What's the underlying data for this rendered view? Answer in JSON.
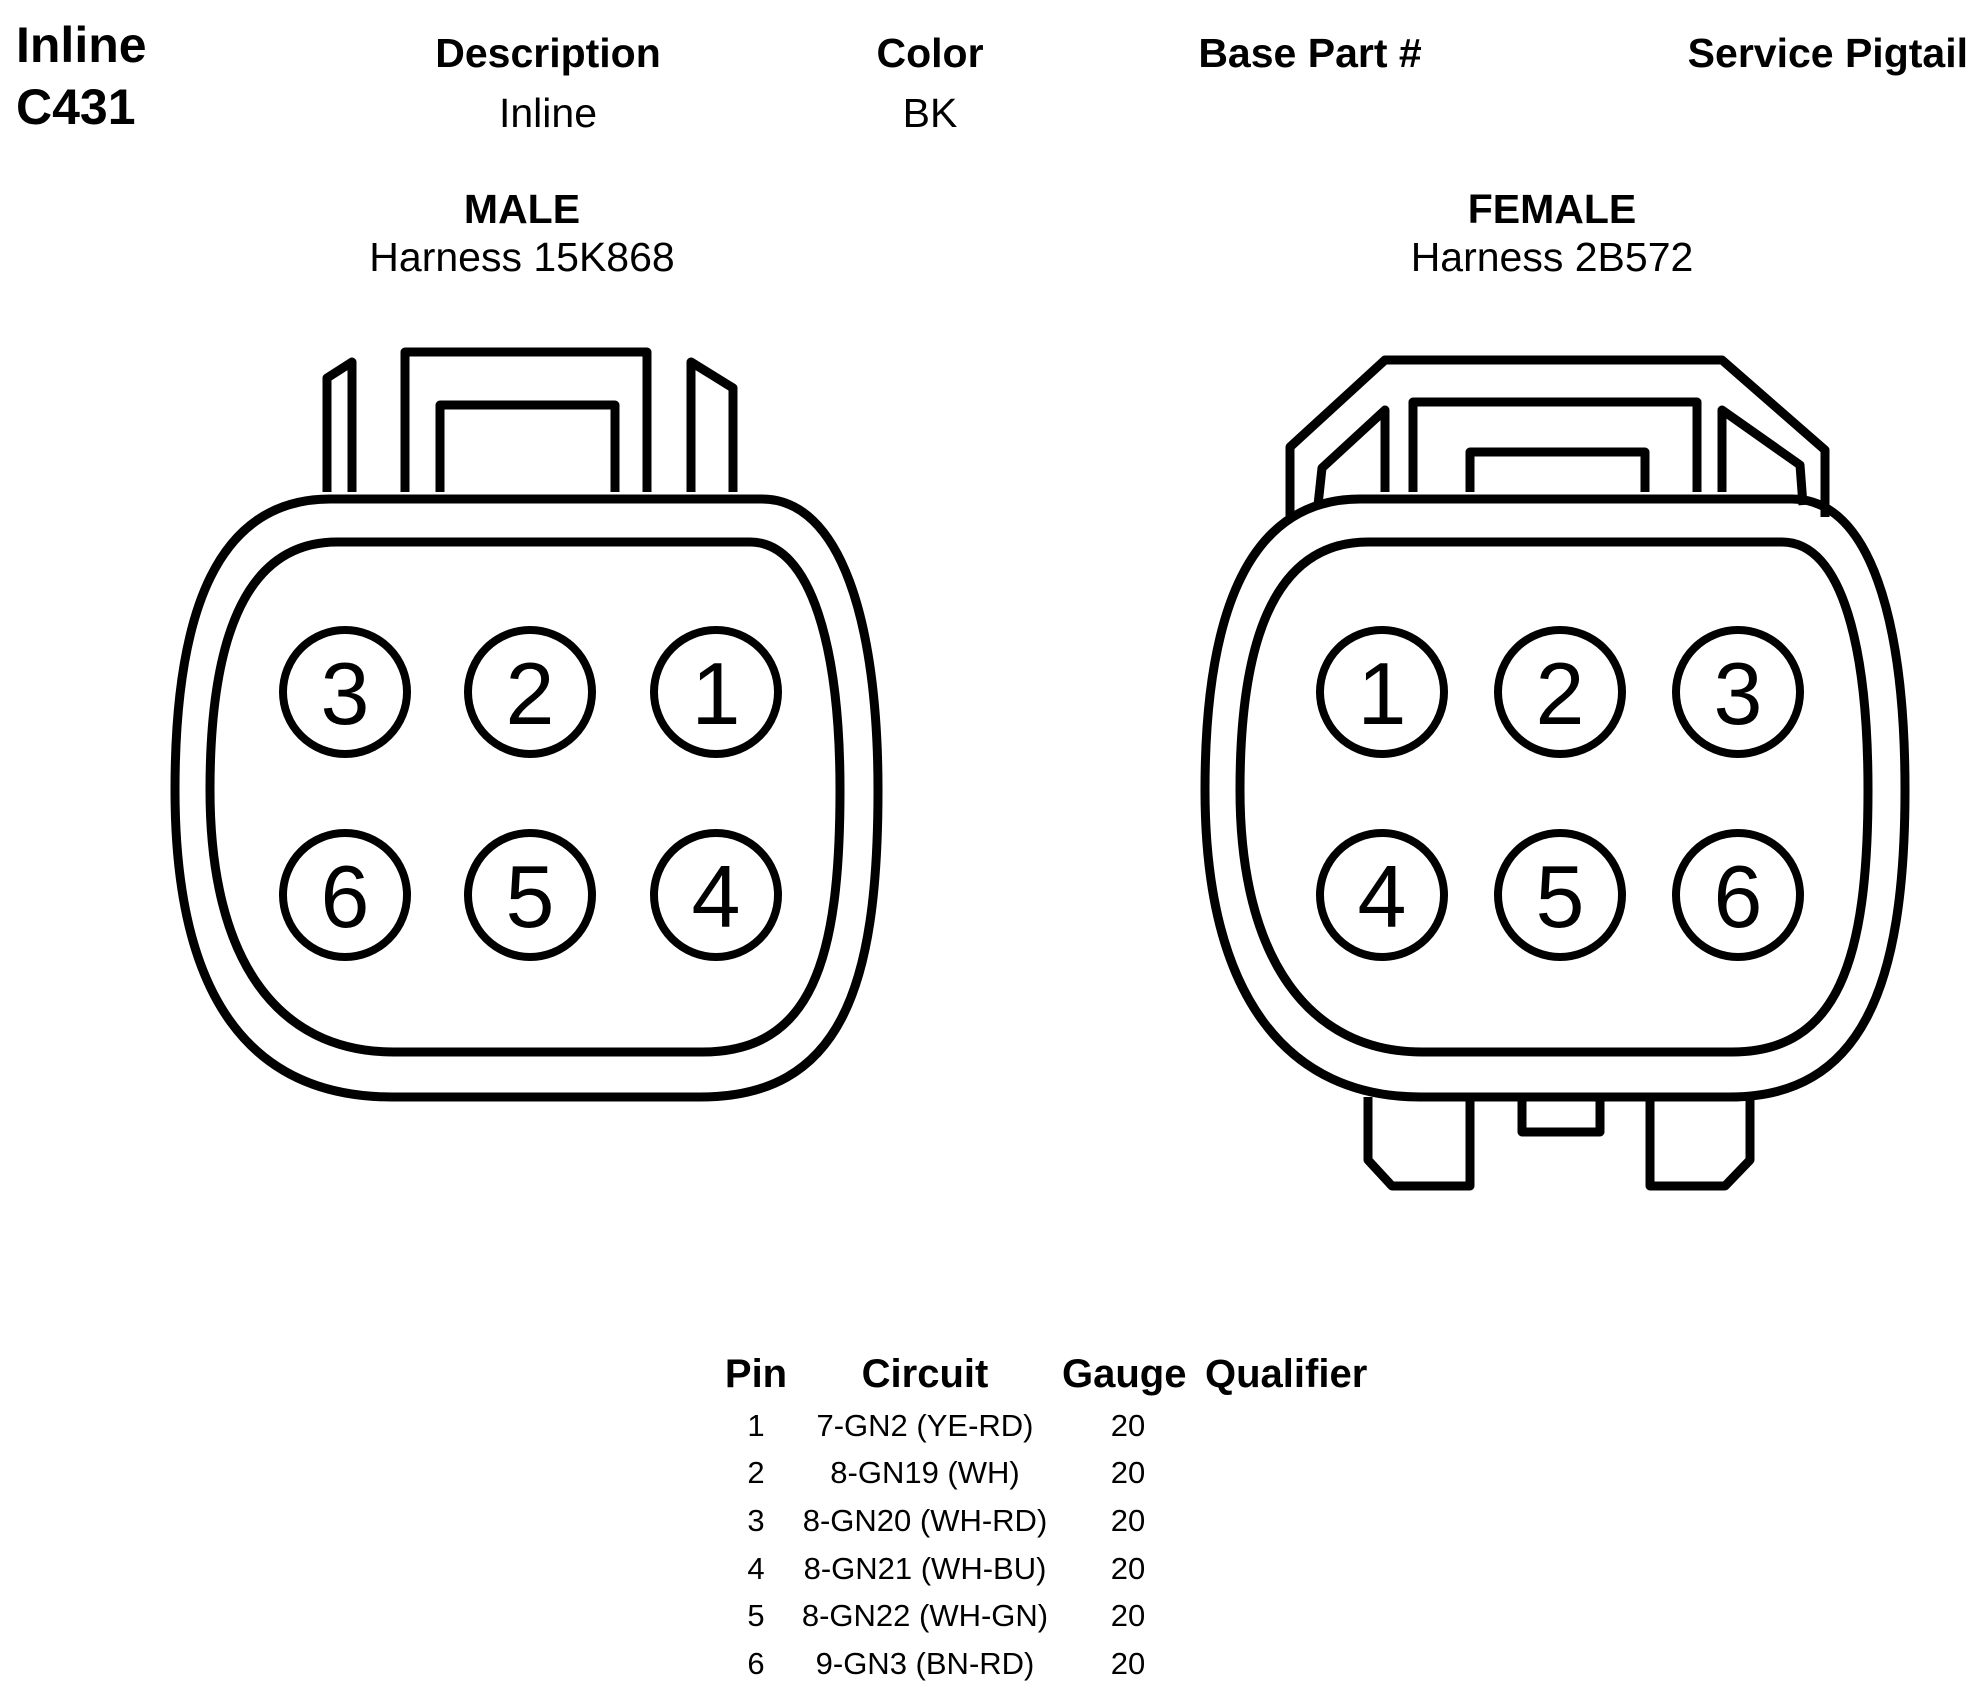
{
  "connector": {
    "line1": "Inline",
    "line2": "C431"
  },
  "info": {
    "headers": {
      "description": "Description",
      "color": "Color",
      "base_part": "Base Part #",
      "service_pigtail": "Service Pigtail"
    },
    "values": {
      "description": "Inline",
      "color": "BK",
      "base_part": "",
      "service_pigtail": ""
    }
  },
  "male": {
    "gender": "MALE",
    "harness": "Harness 15K868",
    "pins": [
      "3",
      "2",
      "1",
      "6",
      "5",
      "4"
    ]
  },
  "female": {
    "gender": "FEMALE",
    "harness": "Harness 2B572",
    "pins": [
      "1",
      "2",
      "3",
      "4",
      "5",
      "6"
    ]
  },
  "pin_table": {
    "headers": {
      "pin": "Pin",
      "circuit": "Circuit",
      "gauge": "Gauge",
      "qualifier": "Qualifier"
    },
    "rows": [
      {
        "pin": "1",
        "circuit": "7-GN2 (YE-RD)",
        "gauge": "20",
        "qualifier": ""
      },
      {
        "pin": "2",
        "circuit": "8-GN19 (WH)",
        "gauge": "20",
        "qualifier": ""
      },
      {
        "pin": "3",
        "circuit": "8-GN20 (WH-RD)",
        "gauge": "20",
        "qualifier": ""
      },
      {
        "pin": "4",
        "circuit": "8-GN21 (WH-BU)",
        "gauge": "20",
        "qualifier": ""
      },
      {
        "pin": "5",
        "circuit": "8-GN22 (WH-GN)",
        "gauge": "20",
        "qualifier": ""
      },
      {
        "pin": "6",
        "circuit": "9-GN3 (BN-RD)",
        "gauge": "20",
        "qualifier": ""
      }
    ]
  }
}
